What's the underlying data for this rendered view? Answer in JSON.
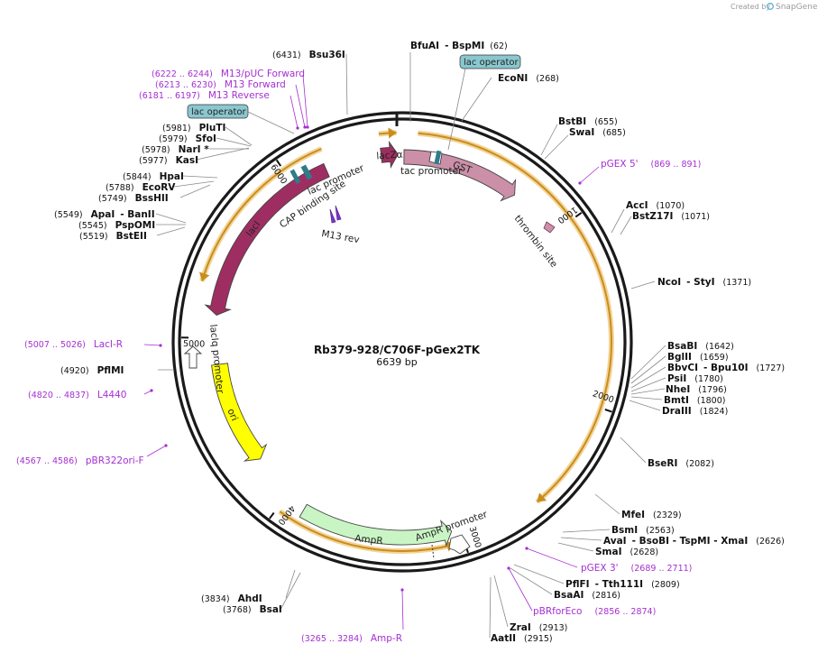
{
  "watermark": {
    "text": "Created by",
    "brand": "SnapGene"
  },
  "plasmid": {
    "name": "Rb379-928/C706F-pGex2TK",
    "length_label": "6639 bp",
    "length": 6639
  },
  "ticks": [
    {
      "pos": 1000,
      "label": "1000"
    },
    {
      "pos": 2000,
      "label": "2000"
    },
    {
      "pos": 3000,
      "label": "3000"
    },
    {
      "pos": 4000,
      "label": "4000"
    },
    {
      "pos": 5000,
      "label": "5000"
    },
    {
      "pos": 6000,
      "label": "6000"
    }
  ],
  "colors": {
    "backbone": "#1a1a1a",
    "orf": "#e8a94b",
    "lacI": "#9e2e62",
    "lacZ": "#9e2e62",
    "GST": "#cc8fa8",
    "ampR": "#c9f5c4",
    "ori": "#ffff00",
    "promoter": "#ffffff",
    "lac_operator": "#8ac7cf",
    "primer": "#a52fd1"
  },
  "features": [
    {
      "name": "lacI",
      "label": "lacI",
      "type": "arrow",
      "start": 5130,
      "end": 6200,
      "dir": -1,
      "color": "#9e2e62",
      "label_on_arrow": true
    },
    {
      "name": "lacZa",
      "label": "lacZα",
      "type": "arrow",
      "start": 6520,
      "end": 6615,
      "dir": 1,
      "color": "#9e2e62",
      "label_on_arrow": true
    },
    {
      "name": "GST",
      "label": "GST",
      "type": "arrow",
      "start": 10,
      "end": 690,
      "dir": 1,
      "color": "#cc8fa8",
      "label_on_arrow": true
    },
    {
      "name": "ampR",
      "label": "AmpR",
      "type": "arrow",
      "start": 3050,
      "end": 3880,
      "dir": -1,
      "color": "#c9f5c4",
      "label_on_arrow": false
    },
    {
      "name": "ori",
      "label": "ori",
      "type": "arrow",
      "start": 4250,
      "end": 4850,
      "dir": -1,
      "color": "#ffff00",
      "label_on_arrow": true
    }
  ],
  "feature_labels": {
    "tac_promoter": "tac promoter",
    "lac_promoter": "lac promoter",
    "cap_site": "CAP binding site",
    "m13_rev": "M13 rev",
    "thrombin": "thrombin site",
    "laciq_promoter": "lacIq promoter",
    "ampr_promoter": "AmpR promoter",
    "ampr_label": "AmpR"
  },
  "lac_operators": [
    {
      "label": "lac operator"
    },
    {
      "label": "lac operator"
    }
  ],
  "sites": [
    {
      "name": "BfuAI",
      "sep": "- BspMI",
      "pos": "(62)"
    },
    {
      "name": "EcoNI",
      "pos": "(268)"
    },
    {
      "name": "BstBI",
      "pos": "(655)"
    },
    {
      "name": "SwaI",
      "pos": "(685)"
    },
    {
      "name": "AccI",
      "pos": "(1070)"
    },
    {
      "name": "BstZ17I",
      "pos": "(1071)"
    },
    {
      "name": "NcoI",
      "sep": "- StyI",
      "pos": "(1371)"
    },
    {
      "name": "BsaBI",
      "pos": "(1642)"
    },
    {
      "name": "BglII",
      "pos": "(1659)"
    },
    {
      "name": "BbvCI",
      "sep": "- Bpu10I",
      "pos": "(1727)"
    },
    {
      "name": "PsiI",
      "pos": "(1780)"
    },
    {
      "name": "NheI",
      "pos": "(1796)"
    },
    {
      "name": "BmtI",
      "pos": "(1800)"
    },
    {
      "name": "DraIII",
      "pos": "(1824)"
    },
    {
      "name": "BseRI",
      "pos": "(2082)"
    },
    {
      "name": "MfeI",
      "pos": "(2329)"
    },
    {
      "name": "BsmI",
      "pos": "(2563)"
    },
    {
      "name": "AvaI",
      "sep": "- BsoBI - TspMI - XmaI",
      "pos": "(2626)"
    },
    {
      "name": "SmaI",
      "pos": "(2628)"
    },
    {
      "name": "PflFI",
      "sep": "- Tth111I",
      "pos": "(2809)"
    },
    {
      "name": "BsaAI",
      "pos": "(2816)"
    },
    {
      "name": "ZraI",
      "pos": "(2913)"
    },
    {
      "name": "AatII",
      "pos": "(2915)"
    },
    {
      "name": "AhdI",
      "pos": "(3834)"
    },
    {
      "name": "BsaI",
      "pos": "(3768)"
    },
    {
      "name": "PflMI",
      "pos": "(4920)"
    },
    {
      "name": "BstEII",
      "pos": "(5519)"
    },
    {
      "name": "PspOMI",
      "pos": "(5545)"
    },
    {
      "name": "ApaI",
      "sep": "- BanII",
      "pos": "(5549)"
    },
    {
      "name": "BssHII",
      "pos": "(5749)"
    },
    {
      "name": "EcoRV",
      "pos": "(5788)"
    },
    {
      "name": "HpaI",
      "pos": "(5844)"
    },
    {
      "name": "KasI",
      "pos": "(5977)"
    },
    {
      "name": "NarI *",
      "pos": "(5978)"
    },
    {
      "name": "SfoI",
      "pos": "(5979)"
    },
    {
      "name": "PluTI",
      "pos": "(5981)"
    },
    {
      "name": "Bsu36I",
      "pos": "(6431)"
    }
  ],
  "primers": [
    {
      "name": "pGEX 5'",
      "pos": "(869 .. 891)"
    },
    {
      "name": "pGEX 3'",
      "pos": "(2689 .. 2711)"
    },
    {
      "name": "pBRforEco",
      "pos": "(2856 .. 2874)"
    },
    {
      "name": "Amp-R",
      "pos": "(3265 .. 3284)"
    },
    {
      "name": "pBR322ori-F",
      "pos": "(4567 .. 4586)"
    },
    {
      "name": "L4440",
      "pos": "(4820 .. 4837)"
    },
    {
      "name": "LacI-R",
      "pos": "(5007 .. 5026)"
    },
    {
      "name": "M13 Reverse",
      "pos": "(6181 .. 6197)"
    },
    {
      "name": "M13 Forward",
      "pos": "(6213 .. 6230)"
    },
    {
      "name": "M13/pUC Forward",
      "pos": "(6222 .. 6244)"
    }
  ]
}
